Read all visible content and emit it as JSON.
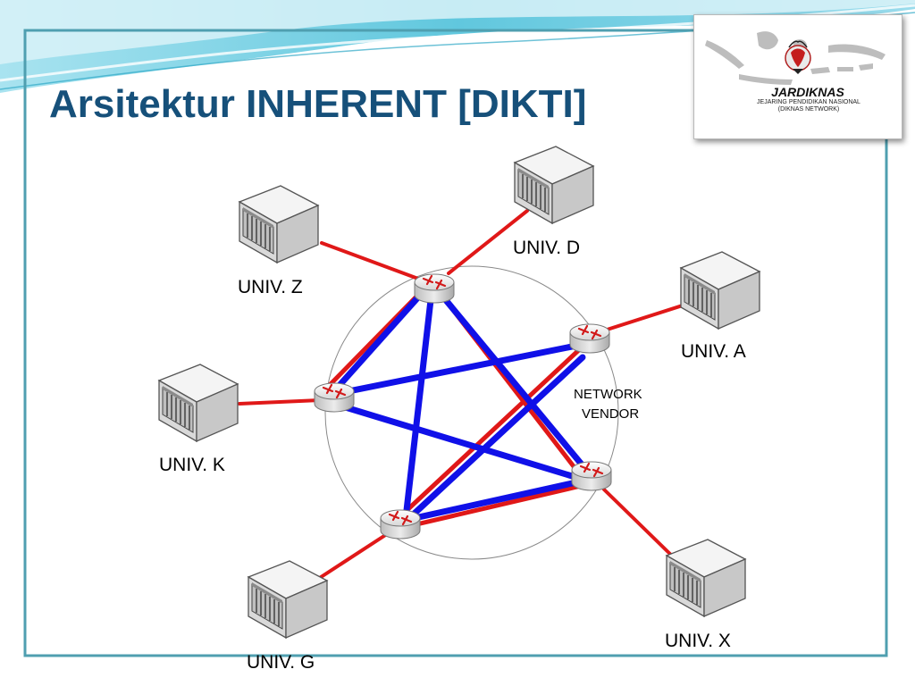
{
  "slide": {
    "title": "Arsitektur INHERENT [DIKTI]"
  },
  "logo": {
    "name": "JARDIKNAS",
    "subtitle_line1": "JEJARING PENDIDIKAN NASIONAL",
    "subtitle_line2": "(DIKNAS NETWORK)"
  },
  "diagram": {
    "vendor_label_line1": "NETWORK",
    "vendor_label_line2": "VENDOR",
    "universities": {
      "d": "UNIV. D",
      "z": "UNIV. Z",
      "a": "UNIV. A",
      "k": "UNIV. K",
      "x": "UNIV. X",
      "g": "UNIV. G"
    }
  },
  "colors": {
    "title": "#16507a",
    "frame": "#4f9fb0",
    "access_link": "#e01818",
    "backbone_link": "#1010e8",
    "wave": "#52c3dc"
  }
}
